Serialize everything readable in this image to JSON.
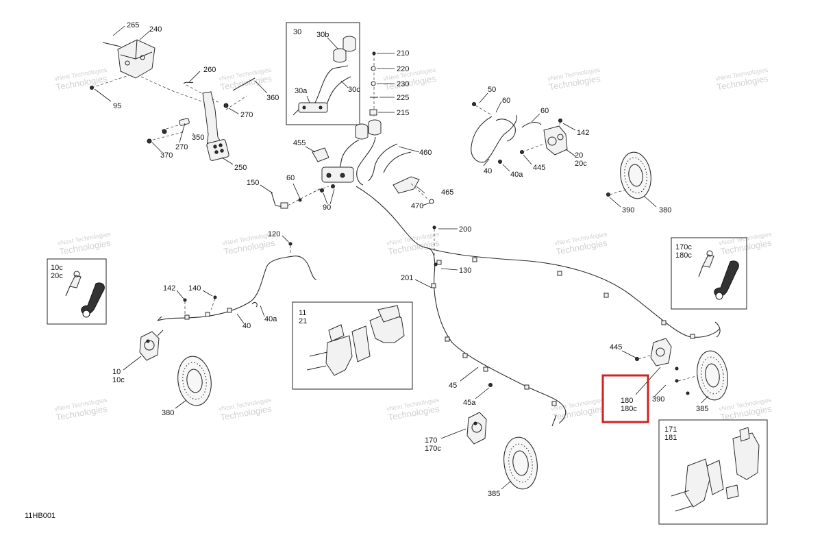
{
  "diagram": {
    "figure_code": "11HB001",
    "highlight_color": "#d42020",
    "watermark": {
      "line1": "vNext Technologies",
      "line2": "Technologies"
    },
    "labels": {
      "l265": "265",
      "l240": "240",
      "l95": "95",
      "l260": "260",
      "l360": "360",
      "l270a": "270",
      "l270b": "270",
      "l350": "350",
      "l370": "370",
      "l250": "250",
      "l30": "30",
      "l30b": "30b",
      "l30a": "30a",
      "l30c": "30c",
      "l210": "210",
      "l220": "220",
      "l230": "230",
      "l225": "225",
      "l215": "215",
      "l50": "50",
      "l60a": "60",
      "l60b": "60",
      "l142a": "142",
      "l20": "20",
      "l20c": "20c",
      "l40a1": "40",
      "l40a": "40a",
      "l445a": "445",
      "l455": "455",
      "l460": "460",
      "l465": "465",
      "l470": "470",
      "l150": "150",
      "l60c": "60",
      "l90": "90",
      "l390a": "390",
      "l380a": "380",
      "l200": "200",
      "l130": "130",
      "l201": "201",
      "l120": "120",
      "l142b": "142",
      "l140": "140",
      "l40b": "40",
      "l40a2": "40a",
      "l10c": "10c",
      "l20c2": "20c",
      "l10": "10",
      "l10c2": "10c",
      "l380b": "380",
      "l11": "11",
      "l21": "21",
      "l45": "45",
      "l45a": "45a",
      "l170": "170",
      "l170c": "170c",
      "l385a": "385",
      "l445b": "445",
      "l180": "180",
      "l180c": "180c",
      "l390b": "390",
      "l385b": "385",
      "l170c2": "170c",
      "l180c2": "180c",
      "l171": "171",
      "l181": "181"
    }
  }
}
